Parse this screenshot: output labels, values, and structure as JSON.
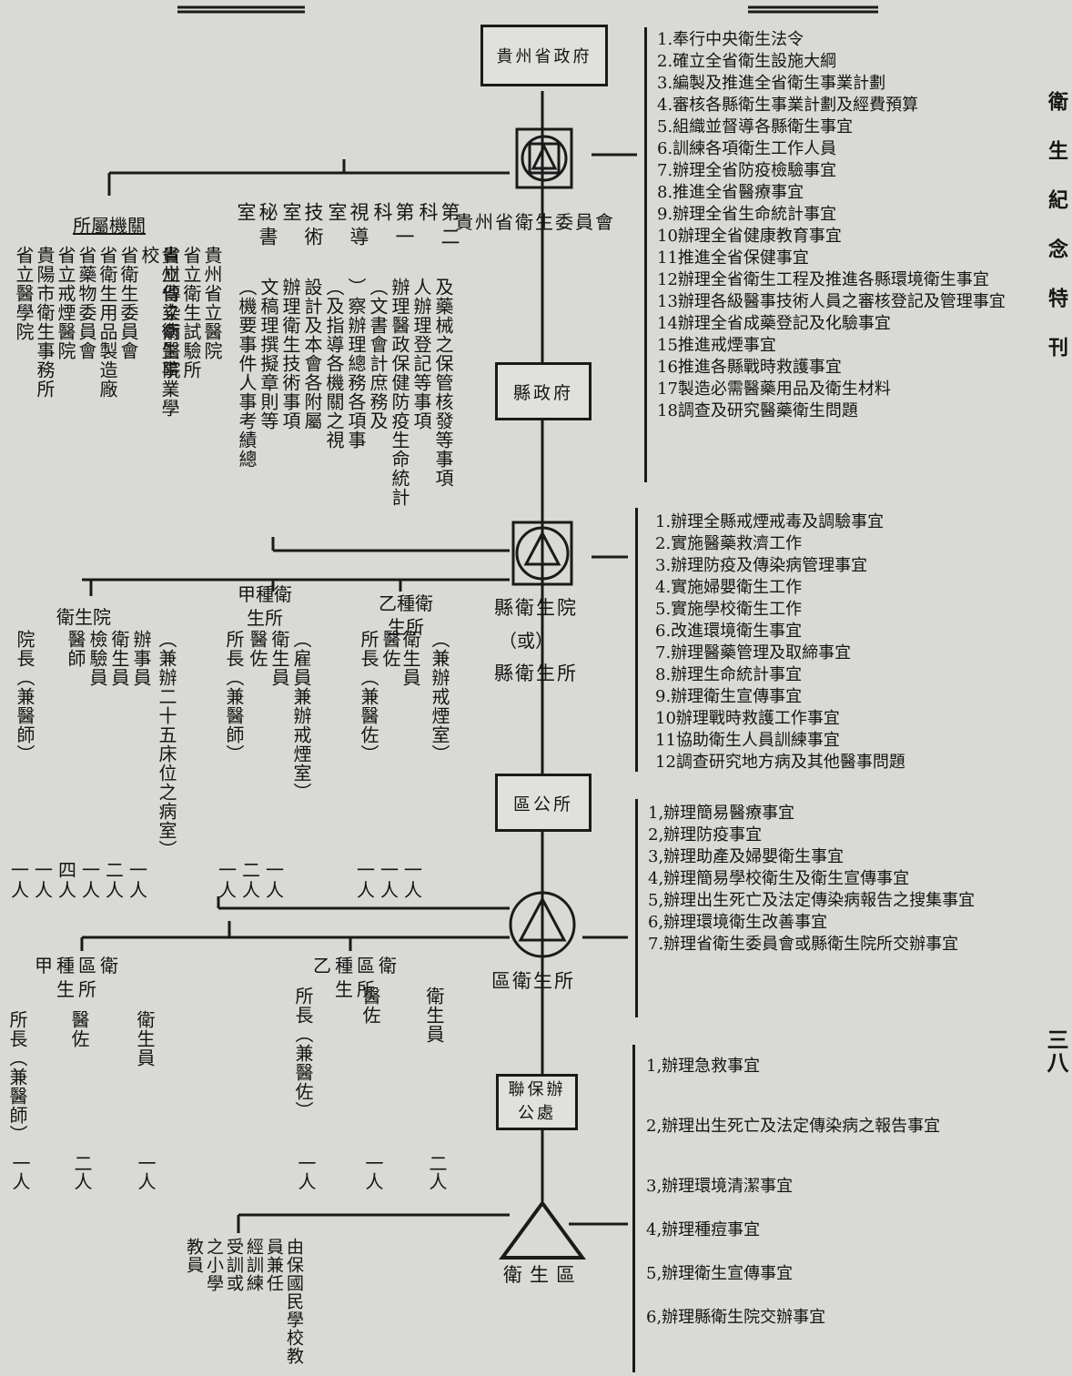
{
  "left_top": {
    "affiliated_title": "所屬機關",
    "affiliated_cols": [
      "貴州省立醫院",
      "省立衛生試驗所",
      "省立傳染病醫院",
      "貴州省立衛生事業學校",
      "省衛生委員會",
      "省衛生用品製造廠",
      "省藥物委員會",
      "省立戒煙醫院",
      "貴陽市衛生事務所",
      "省立醫學院"
    ],
    "dept_titles": [
      "秘書室",
      "技術室",
      "視導室",
      "第一科",
      "第二科"
    ],
    "dept_cols": [
      "及藥械之保管核發等事項",
      "人辦理登記等事項",
      "辦理醫政保健防疫生命統計",
      "（文書會計庶務及",
      "）察辦理總務各項事",
      "（及指導各機關之視",
      "設計及本會各附屬",
      "辦理衛生技術事項",
      "文稿理撰擬章則等",
      "（機要事件人事考績總"
    ]
  },
  "center": {
    "provincial_gov": "貴州省政府",
    "provincial_committee": "貴州省衛生委員會",
    "county_gov": "縣政府",
    "county_hospital": "縣衛生院",
    "or_text": "（或）",
    "county_station": "縣衛生所",
    "district_office": "區公所",
    "district_station": "區衛生所",
    "joint_office": "聯保辦公處",
    "health_post": "衛生區"
  },
  "county_left": {
    "hospital_title": "衛生院",
    "hospital_cols": [
      "（兼辦二十五床位之病室）",
      "辦事員",
      "衛生員",
      "檢驗員",
      "醫師",
      "院長（兼醫師）"
    ],
    "hospital_counts": "一一四一二一",
    "hospital_counts2": "人人人人人人",
    "class_a_title": "甲種衛生所",
    "class_a_cols": [
      "（雇員兼辦戒煙室）",
      "衛生員",
      "醫佐",
      "所長（兼醫師）"
    ],
    "class_a_counts": "一二一",
    "class_a_counts2": "人人人",
    "class_b_title": "乙種衛生所",
    "class_b_cols": [
      "（兼辦戒煙室）",
      "衛生員",
      "醫佐",
      "所長（兼醫佐）"
    ],
    "class_b_counts": "一一一",
    "class_b_counts2": "人人人"
  },
  "district_left": {
    "class_a_title": "甲種區衛生所",
    "class_a_cols": [
      "衛生員",
      "醫佐",
      "所長（兼醫師）"
    ],
    "class_a_counts": [
      "一人",
      "二人",
      "一人"
    ],
    "class_b_title": "乙種區衛生所",
    "class_b_cols": [
      "衛生員",
      "醫佐",
      "所長（兼醫佐）"
    ],
    "class_b_counts": [
      "二人",
      "一人",
      "一人"
    ],
    "health_post_note": [
      "由保國民學校教員兼任",
      "經訓練",
      "受訓或",
      "之小學",
      "教員"
    ]
  },
  "right_lists": {
    "provincial": [
      "1.奉行中央衛生法令",
      "2.確立全省衛生設施大綱",
      "3.編製及推進全省衛生事業計劃",
      "4.審核各縣衛生事業計劃及經費預算",
      "5.組織並督導各縣衛生事宜",
      "6.訓練各項衛生工作人員",
      "7.辦理全省防疫檢驗事宜",
      "8.推進全省醫療事宜",
      "9.辦理全省生命統計事宜",
      "10辦理全省健康教育事宜",
      "11推進全省保健事宜",
      "12辦理全省衛生工程及推進各縣環境衛生事宜",
      "13辦理各級醫事技術人員之審核登記及管理事宜",
      "14辦理全省成藥登記及化驗事宜",
      "15推進戒煙事宜",
      "16推進各縣戰時救護事宜",
      "17製造必需醫藥用品及衛生材料",
      "18調查及研究醫藥衛生問題"
    ],
    "county": [
      "1.辦理全縣戒煙戒毒及調驗事宜",
      "2.實施醫藥救濟工作",
      "3.辦理防疫及傳染病管理事宜",
      "4.實施婦嬰衛生工作",
      "5.實施學校衛生工作",
      "6.改進環境衛生事宜",
      "7.辦理醫藥管理及取締事宜",
      "8.辦理生命統計事宜",
      "9.辦理衛生宣傳事宜",
      "10辦理戰時救護工作事宜",
      "11協助衛生人員訓練事宜",
      "12調查研究地方病及其他醫事問題"
    ],
    "district": [
      "1,辦理簡易醫療事宜",
      "2,辦理防疫事宜",
      "3,辦理助產及婦嬰衛生事宜",
      "4,辦理簡易學校衛生及衛生宣傳事宜",
      "5,辦理出生死亡及法定傳染病報告之搜集事宜",
      "6,辦理環境衛生改善事宜",
      "7.辦理省衛生委員會或縣衛生院所交辦事宜"
    ],
    "post": [
      "1,辦理急救事宜",
      "2,辦理出生死亡及法定傳染病之報告事宜",
      "3,辦理環境清潔事宜",
      "4,辦理種痘事宜",
      "5,辦理衛生宣傳事宜",
      "6,辦理縣衛生院交辦事宜"
    ]
  },
  "margin": {
    "journal": "衛生紀念特刊",
    "page_number": "三八"
  }
}
